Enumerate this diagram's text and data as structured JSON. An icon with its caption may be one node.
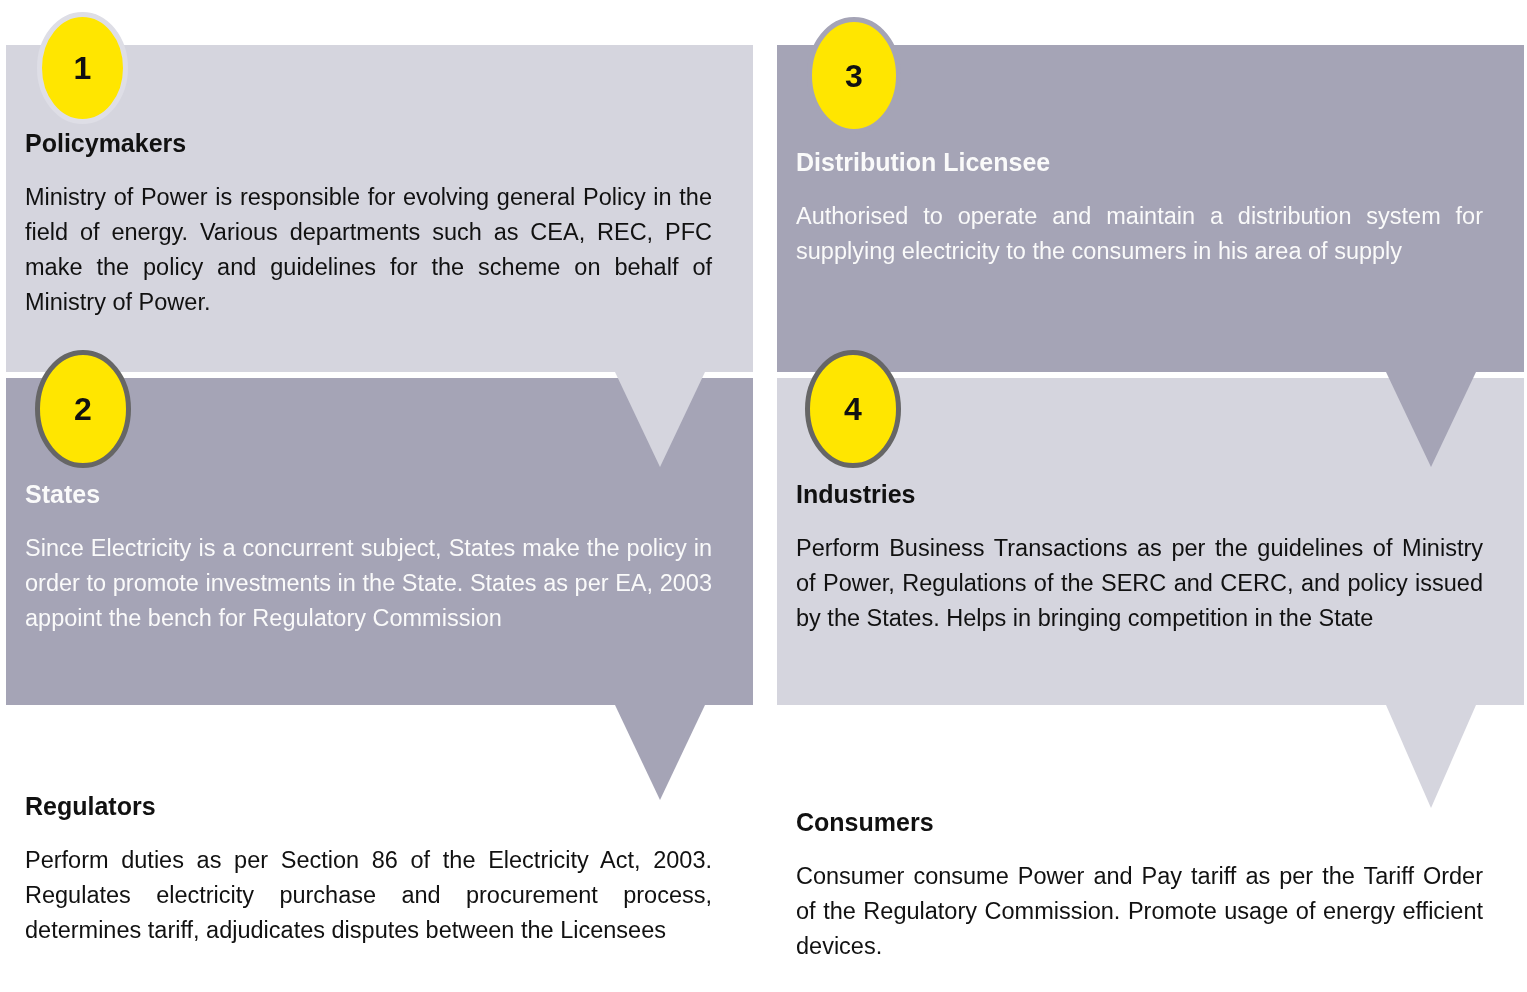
{
  "diagram": {
    "nodes": [
      {
        "text": [
          "1"
        ]
      },
      {
        "text": [
          "Policymakers",
          "Ministry of Power is responsible for evolving general Policy in the field of energy. Various departments such as CEA, REC, PFC make the policy and guidelines for the scheme on behalf of Ministry of Power."
        ]
      },
      {
        "text": [
          "2"
        ]
      },
      {
        "text": [
          "States",
          "Since Electricity is a concurrent subject, States make the policy in order to promote investments  in the State. States  as per EA, 2003 appoint the bench for Regulatory Commission"
        ]
      },
      {
        "text": [
          "Regulators",
          "Perform duties as per Section 86 of the Electricity Act, 2003. Regulates electricity purchase and procurement process, determines tariff, adjudicates disputes between the Licensees"
        ]
      },
      {
        "text": [
          "3"
        ]
      },
      {
        "text": [
          "Distribution Licensee",
          "Authorised to operate and maintain a distribution system for supplying electricity to the consumers in his area of supply"
        ]
      },
      {
        "text": [
          "4"
        ]
      },
      {
        "text": [
          "Industries",
          "Perform Business Transactions as per the guidelines of Ministry of Power, Regulations of the SERC and CERC, and policy issued by the States. Helps in bringing competition in the State"
        ]
      },
      {
        "text": [
          "Consumers",
          "Consumer consume Power and Pay tariff as per the Tariff Order of the Regulatory Commission. Promote usage of energy efficient devices."
        ]
      }
    ],
    "edges": [
      {
        "from": 1,
        "to": 3,
        "arrow": "to"
      },
      {
        "from": 3,
        "to": 4,
        "arrow": "to"
      },
      {
        "from": 6,
        "to": 8,
        "arrow": "to"
      },
      {
        "from": 8,
        "to": 9,
        "arrow": "to"
      }
    ]
  }
}
